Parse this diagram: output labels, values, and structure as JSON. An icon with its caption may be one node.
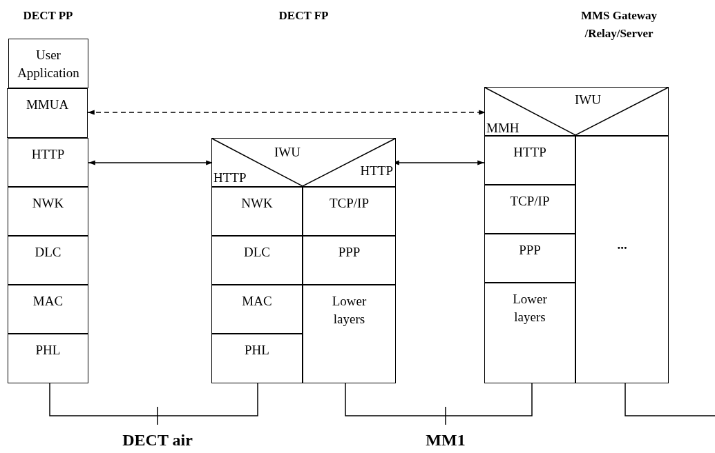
{
  "diagram": {
    "nodes": [
      {
        "text": [
          "DECT PP"
        ]
      },
      {
        "text": [
          "User Application"
        ],
        "in": 0
      },
      {
        "text": [
          "MMUA"
        ],
        "in": 0
      },
      {
        "text": [
          "HTTP"
        ],
        "in": 0
      },
      {
        "text": [
          "NWK"
        ],
        "in": 0
      },
      {
        "text": [
          "DLC"
        ],
        "in": 0
      },
      {
        "text": [
          "MAC"
        ],
        "in": 0
      },
      {
        "text": [
          "PHL"
        ],
        "in": 0
      },
      {
        "text": [
          "DECT FP"
        ]
      },
      {
        "text": [
          "IWU"
        ],
        "in": 8
      },
      {
        "text": [
          "HTTP"
        ],
        "in": 9
      },
      {
        "text": [
          "HTTP"
        ],
        "in": 9
      },
      {
        "text": [
          "NWK"
        ],
        "in": 8
      },
      {
        "text": [
          "TCP/IP"
        ],
        "in": 8
      },
      {
        "text": [
          "DLC"
        ],
        "in": 8
      },
      {
        "text": [
          "PPP"
        ],
        "in": 8
      },
      {
        "text": [
          "MAC"
        ],
        "in": 8
      },
      {
        "text": [
          "Lower layers"
        ],
        "in": 8
      },
      {
        "text": [
          "PHL"
        ],
        "in": 8
      },
      {
        "text": [
          "MMS Gateway /Relay/Server"
        ]
      },
      {
        "text": [
          "IWU"
        ],
        "in": 19
      },
      {
        "text": [
          "MMH"
        ],
        "in": 20
      },
      {
        "text": [
          "HTTP"
        ],
        "in": 19
      },
      {
        "text": [
          "..."
        ],
        "in": 19
      },
      {
        "text": [
          "TCP/IP"
        ],
        "in": 19
      },
      {
        "text": [
          "PPP"
        ],
        "in": 19
      },
      {
        "text": [
          "Lower layers"
        ],
        "in": 19
      }
    ],
    "edges": [
      {
        "from": 2,
        "to": 21,
        "arrow": "both",
        "style": "dashed"
      },
      {
        "from": 3,
        "to": 10,
        "arrow": "both"
      },
      {
        "from": 11,
        "to": 22,
        "arrow": "both"
      },
      {
        "from": 0,
        "to": 8,
        "arrow": "none",
        "label": "DECT air"
      },
      {
        "from": 8,
        "to": 19,
        "arrow": "none",
        "label": "MM1"
      },
      {
        "from": 19,
        "to": null,
        "arrow": "none"
      }
    ]
  }
}
